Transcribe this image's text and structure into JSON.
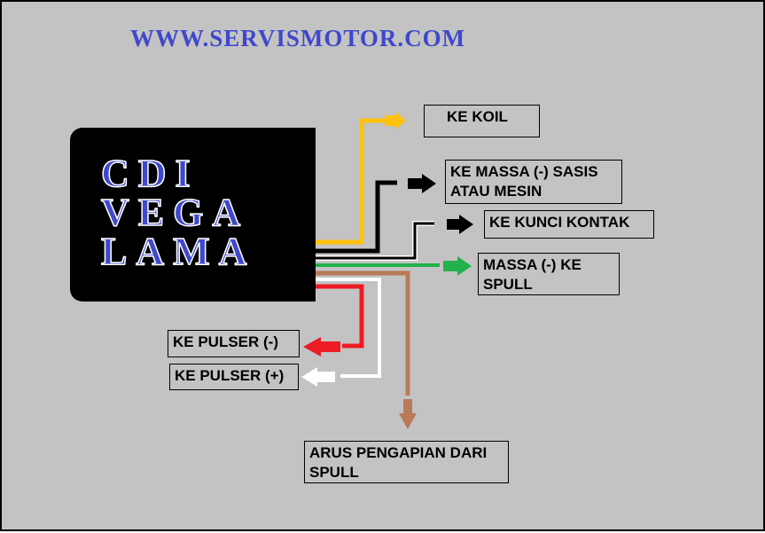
{
  "site_title": "WWW.SERVISMOTOR.COM",
  "cdi_unit": {
    "lines": [
      "CDI",
      "VEGA",
      "LAMA"
    ]
  },
  "labels": {
    "koil": [
      "KE KOIL"
    ],
    "massa_sasis": [
      "KE MASSA (-) SASIS",
      "ATAU MESIN"
    ],
    "kunci_kontak": [
      "KE KUNCI KONTAK"
    ],
    "massa_spull": [
      "MASSA (-) KE",
      "SPULL"
    ],
    "pulser_neg": [
      "KE PULSER (-)"
    ],
    "pulser_pos": [
      "KE PULSER (+)"
    ],
    "arus_pengapian": [
      "ARUS PENGAPIAN DARI",
      "SPULL"
    ]
  },
  "wire_colors": {
    "koil": "#ffc20e",
    "massa_sasis": "#000000",
    "kunci_kontak": "#000000",
    "massa_spull": "#22b14c",
    "pulser_neg": "#ed1c24",
    "pulser_pos": "#ffffff",
    "arus_pengapian": "#b97a57"
  },
  "colors": {
    "background": "#c3c3c3",
    "title": "#3f48cc",
    "cdi_box": "#000000"
  }
}
